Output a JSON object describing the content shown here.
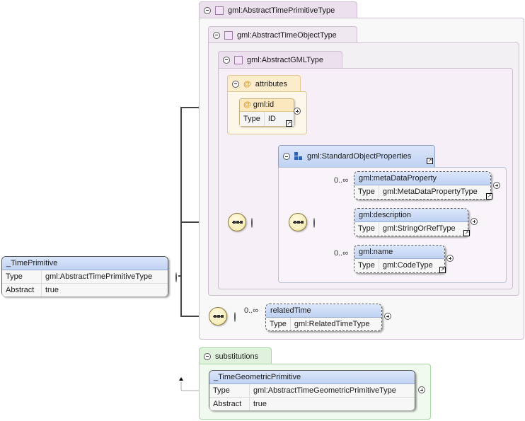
{
  "root": {
    "name": "_TimePrimitive",
    "rows": [
      {
        "key": "Type",
        "value": "gml:AbstractTimePrimitiveType"
      },
      {
        "key": "Abstract",
        "value": "true"
      }
    ]
  },
  "types": {
    "outer": "gml:AbstractTimePrimitiveType",
    "middle": "gml:AbstractTimeObjectType",
    "inner": "gml:AbstractGMLType"
  },
  "attributes": {
    "label": "attributes",
    "id": {
      "name": "gml:id",
      "key": "Type",
      "value": "ID"
    }
  },
  "group": {
    "name": "gml:StandardObjectProperties"
  },
  "children": [
    {
      "name": "gml:metaDataProperty",
      "key": "Type",
      "value": "gml:MetaDataPropertyType",
      "occurs": "0..∞"
    },
    {
      "name": "gml:description",
      "key": "Type",
      "value": "gml:StringOrRefType",
      "occurs": ""
    },
    {
      "name": "gml:name",
      "key": "Type",
      "value": "gml:CodeType",
      "occurs": "0..∞"
    }
  ],
  "related": {
    "name": "relatedTime",
    "key": "Type",
    "value": "gml:RelatedTimeType",
    "occurs": "0..∞"
  },
  "substitutions": {
    "label": "substitutions",
    "element": {
      "name": "_TimeGeometricPrimitive",
      "rows": [
        {
          "key": "Type",
          "value": "gml:AbstractTimeGeometricPrimitiveType"
        },
        {
          "key": "Abstract",
          "value": "true"
        }
      ]
    }
  }
}
